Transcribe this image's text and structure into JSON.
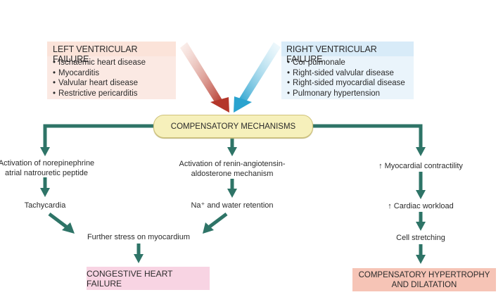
{
  "diagram": {
    "left_cause": {
      "title": "LEFT VENTRICULAR FAILURE",
      "items": [
        "Ischaemic heart disease",
        "Myocarditis",
        "Valvular heart disease",
        "Restrictive pericarditis"
      ]
    },
    "right_cause": {
      "title": "RIGHT VENTRICULAR FAILURE",
      "items": [
        "Cor pulmonale",
        "Right-sided valvular disease",
        "Right-sided myocardial disease",
        "Pulmonary hypertension"
      ]
    },
    "center": "COMPENSATORY MECHANISMS",
    "left_branch": {
      "step1_line1": "Activation of norepinephrine",
      "step1_line2": "atrial natrouretic peptide",
      "step2": "Tachycardia"
    },
    "middle_branch": {
      "step1_line1": "Activation of renin-angiotensin-",
      "step1_line2": "aldosterone mechanism",
      "step2": "Na⁺ and water retention"
    },
    "merge": "Further stress on myocardium",
    "outcome_left": "CONGESTIVE HEART FAILURE",
    "right_branch": {
      "step1": "↑ Myocardial contractility",
      "step2": "↑ Cardiac workload",
      "step3": "Cell stretching"
    },
    "outcome_right_line1": "COMPENSATORY HYPERTROPHY",
    "outcome_right_line2": "AND DILATATION",
    "colors": {
      "connector": "#2e7467",
      "left_arrow": "#b4362a",
      "right_arrow": "#2aa3cf",
      "center_fill": "#f6f0bb",
      "outcome_left_fill": "#f8d4e3",
      "outcome_right_fill": "#f6c4b6"
    }
  }
}
